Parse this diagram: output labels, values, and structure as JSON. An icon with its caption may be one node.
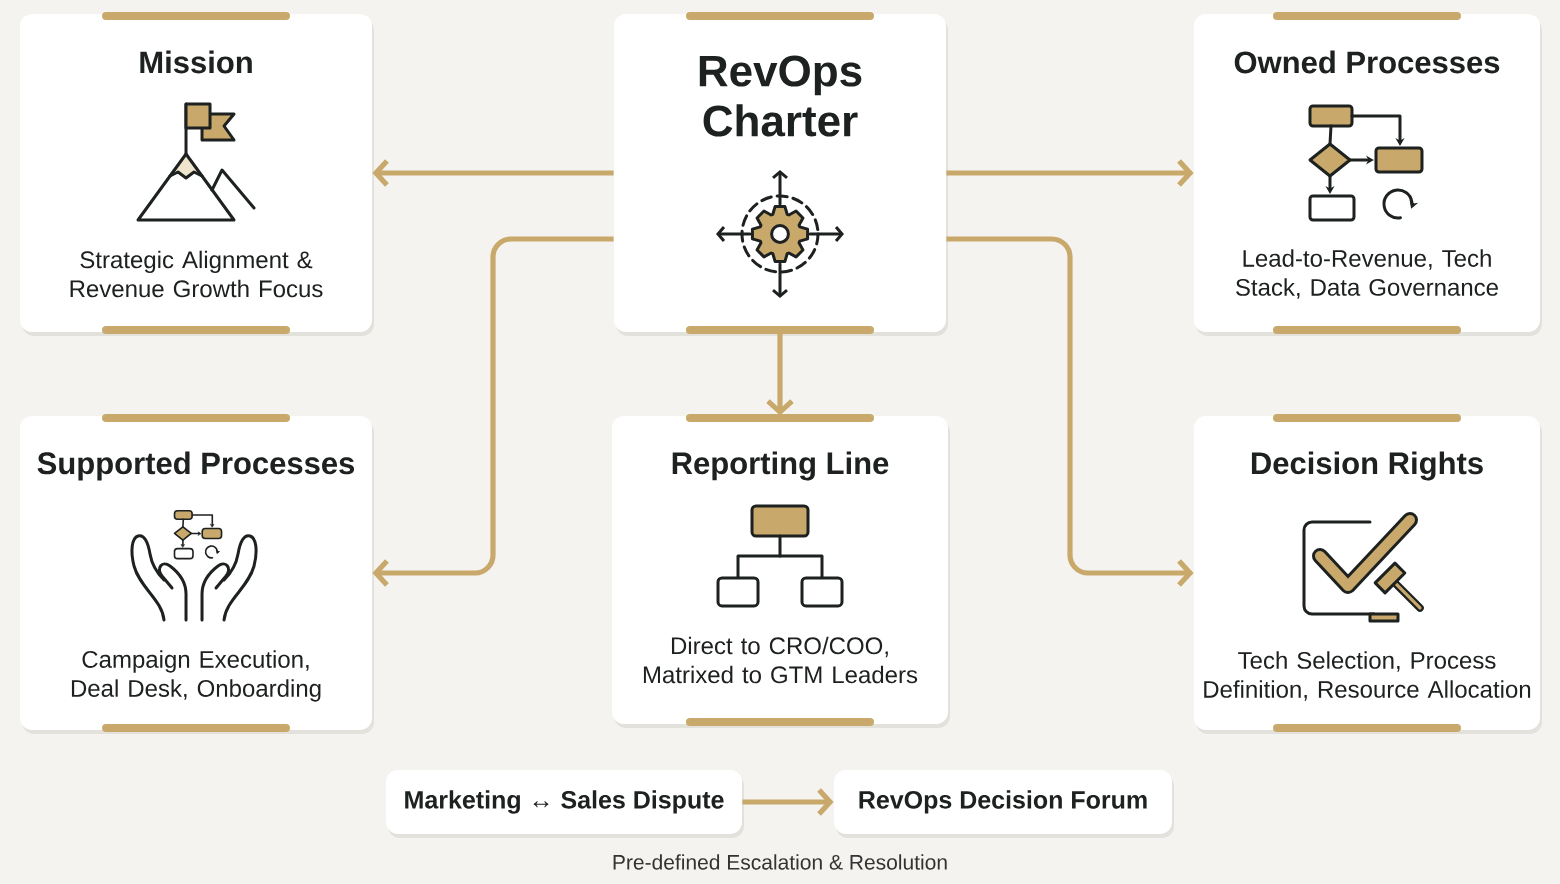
{
  "diagram": {
    "nodes": [
      {
        "text": [
          "Mission",
          "Strategic Alignment & Revenue Growth Focus"
        ]
      },
      {
        "text": [
          "RevOps Charter"
        ]
      },
      {
        "text": [
          "Owned Processes",
          "Lead-to-Revenue, Tech Stack, Data Governance"
        ]
      },
      {
        "text": [
          "Supported Processes",
          "Campaign Execution, Deal Desk, Onboarding"
        ]
      },
      {
        "text": [
          "Reporting Line",
          "Direct to CRO/COO, Matrixed to GTM Leaders"
        ]
      },
      {
        "text": [
          "Decision Rights",
          "Tech Selection, Process Definition, Resource Allocation"
        ]
      },
      {
        "text": [
          "Marketing ↔ Sales Dispute"
        ]
      },
      {
        "text": [
          "RevOps Decision Forum"
        ]
      }
    ],
    "edges": [
      {
        "from": 1,
        "to": 0,
        "arrow": "to"
      },
      {
        "from": 1,
        "to": 2,
        "arrow": "to"
      },
      {
        "from": 1,
        "to": 3,
        "arrow": "to"
      },
      {
        "from": 1,
        "to": 4,
        "arrow": "to"
      },
      {
        "from": 1,
        "to": 5,
        "arrow": "to"
      },
      {
        "from": 6,
        "to": 7,
        "arrow": "to"
      }
    ],
    "labels": [
      "Pre-defined Escalation & Resolution"
    ]
  }
}
